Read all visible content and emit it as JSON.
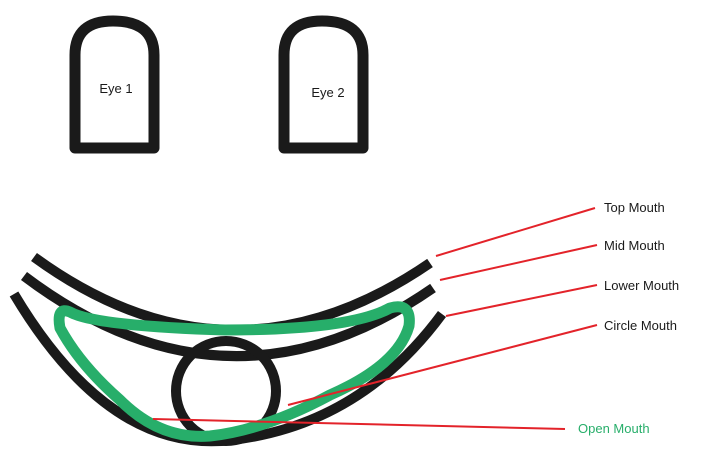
{
  "eyes": [
    {
      "label": "Eye 1"
    },
    {
      "label": "Eye 2"
    }
  ],
  "labels": {
    "top_mouth": "Top Mouth",
    "mid_mouth": "Mid Mouth",
    "lower_mouth": "Lower Mouth",
    "circle_mouth": "Circle Mouth",
    "open_mouth": "Open Mouth"
  },
  "colors": {
    "outline": "#1a1a1a",
    "open_mouth": "#27ae6a",
    "leader_line": "#e3232a",
    "open_mouth_label": "#27ae6a"
  }
}
